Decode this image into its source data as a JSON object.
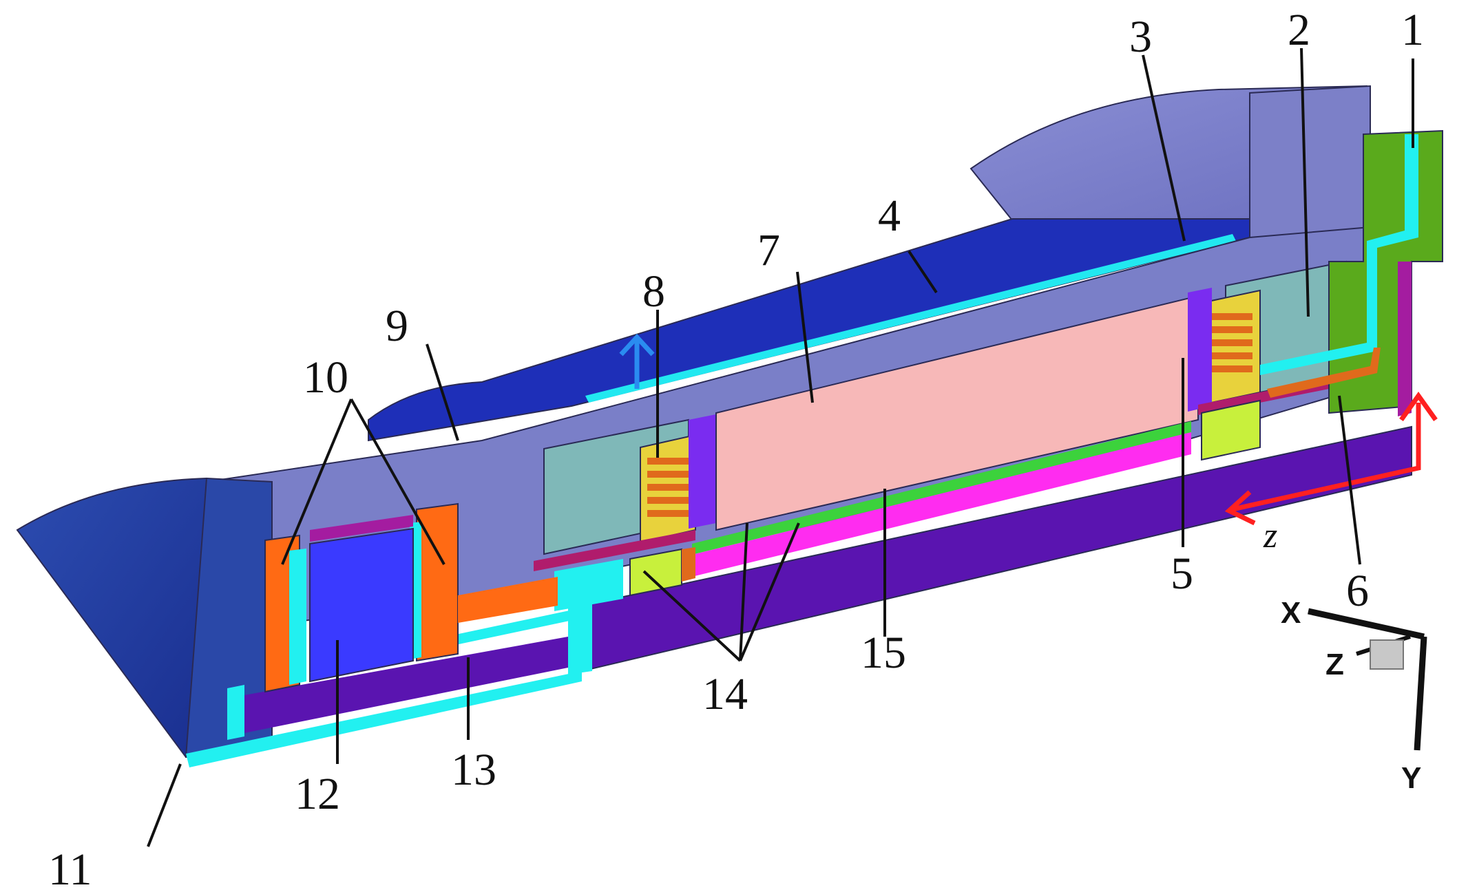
{
  "callouts": {
    "c1": "1",
    "c2": "2",
    "c3": "3",
    "c4": "4",
    "c5": "5",
    "c6": "6",
    "c7": "7",
    "c8": "8",
    "c9": "9",
    "c10": "10",
    "c11": "11",
    "c12": "12",
    "c13": "13",
    "c14": "14",
    "c15": "15"
  },
  "triad": {
    "x_label": "X",
    "z_label": "Z",
    "y_label": "Y"
  },
  "flow_axis_label": "z",
  "colors": {
    "casing_slate": "#7a7fc8",
    "top_band_blue": "#1e2fb8",
    "coolant_cyan": "#22f0f0",
    "bottom_violet": "#5a14b0",
    "stator_pink": "#f7b8b8",
    "magnet_magenta": "#ff2cf0",
    "airgap_green": "#3cd23c",
    "winding_teal": "#7fb8b8",
    "coil_orange": "#e06a1c",
    "bearing_orange": "#ff6a14",
    "lime_block": "#c8f03c",
    "end_green": "#5aaa1c",
    "cavity_blue": "#3a3aff",
    "arrow_red": "#ff2020",
    "arrow_blue": "#2a8cf0"
  }
}
